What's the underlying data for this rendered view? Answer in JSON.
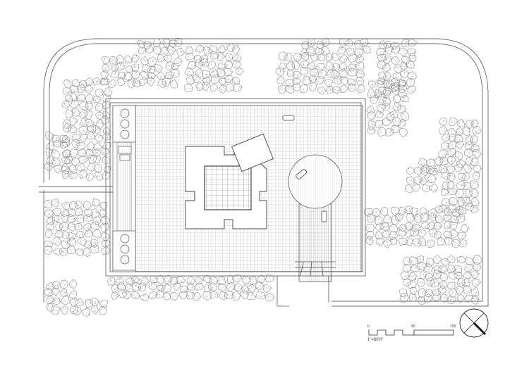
{
  "drawing": {
    "scale_note": "1\"=60'0\"",
    "scale_ticks": [
      "0",
      "50",
      "100"
    ]
  },
  "colors": {
    "line": "#555555",
    "grid": "#9a9a9a",
    "tree": "#8a8a8a",
    "court": "#6f6f6f",
    "north_needle": "#111111"
  },
  "icons": {
    "north_arrow": "north-arrow-icon",
    "car": "car-icon",
    "tree": "tree-canopy-icon"
  }
}
